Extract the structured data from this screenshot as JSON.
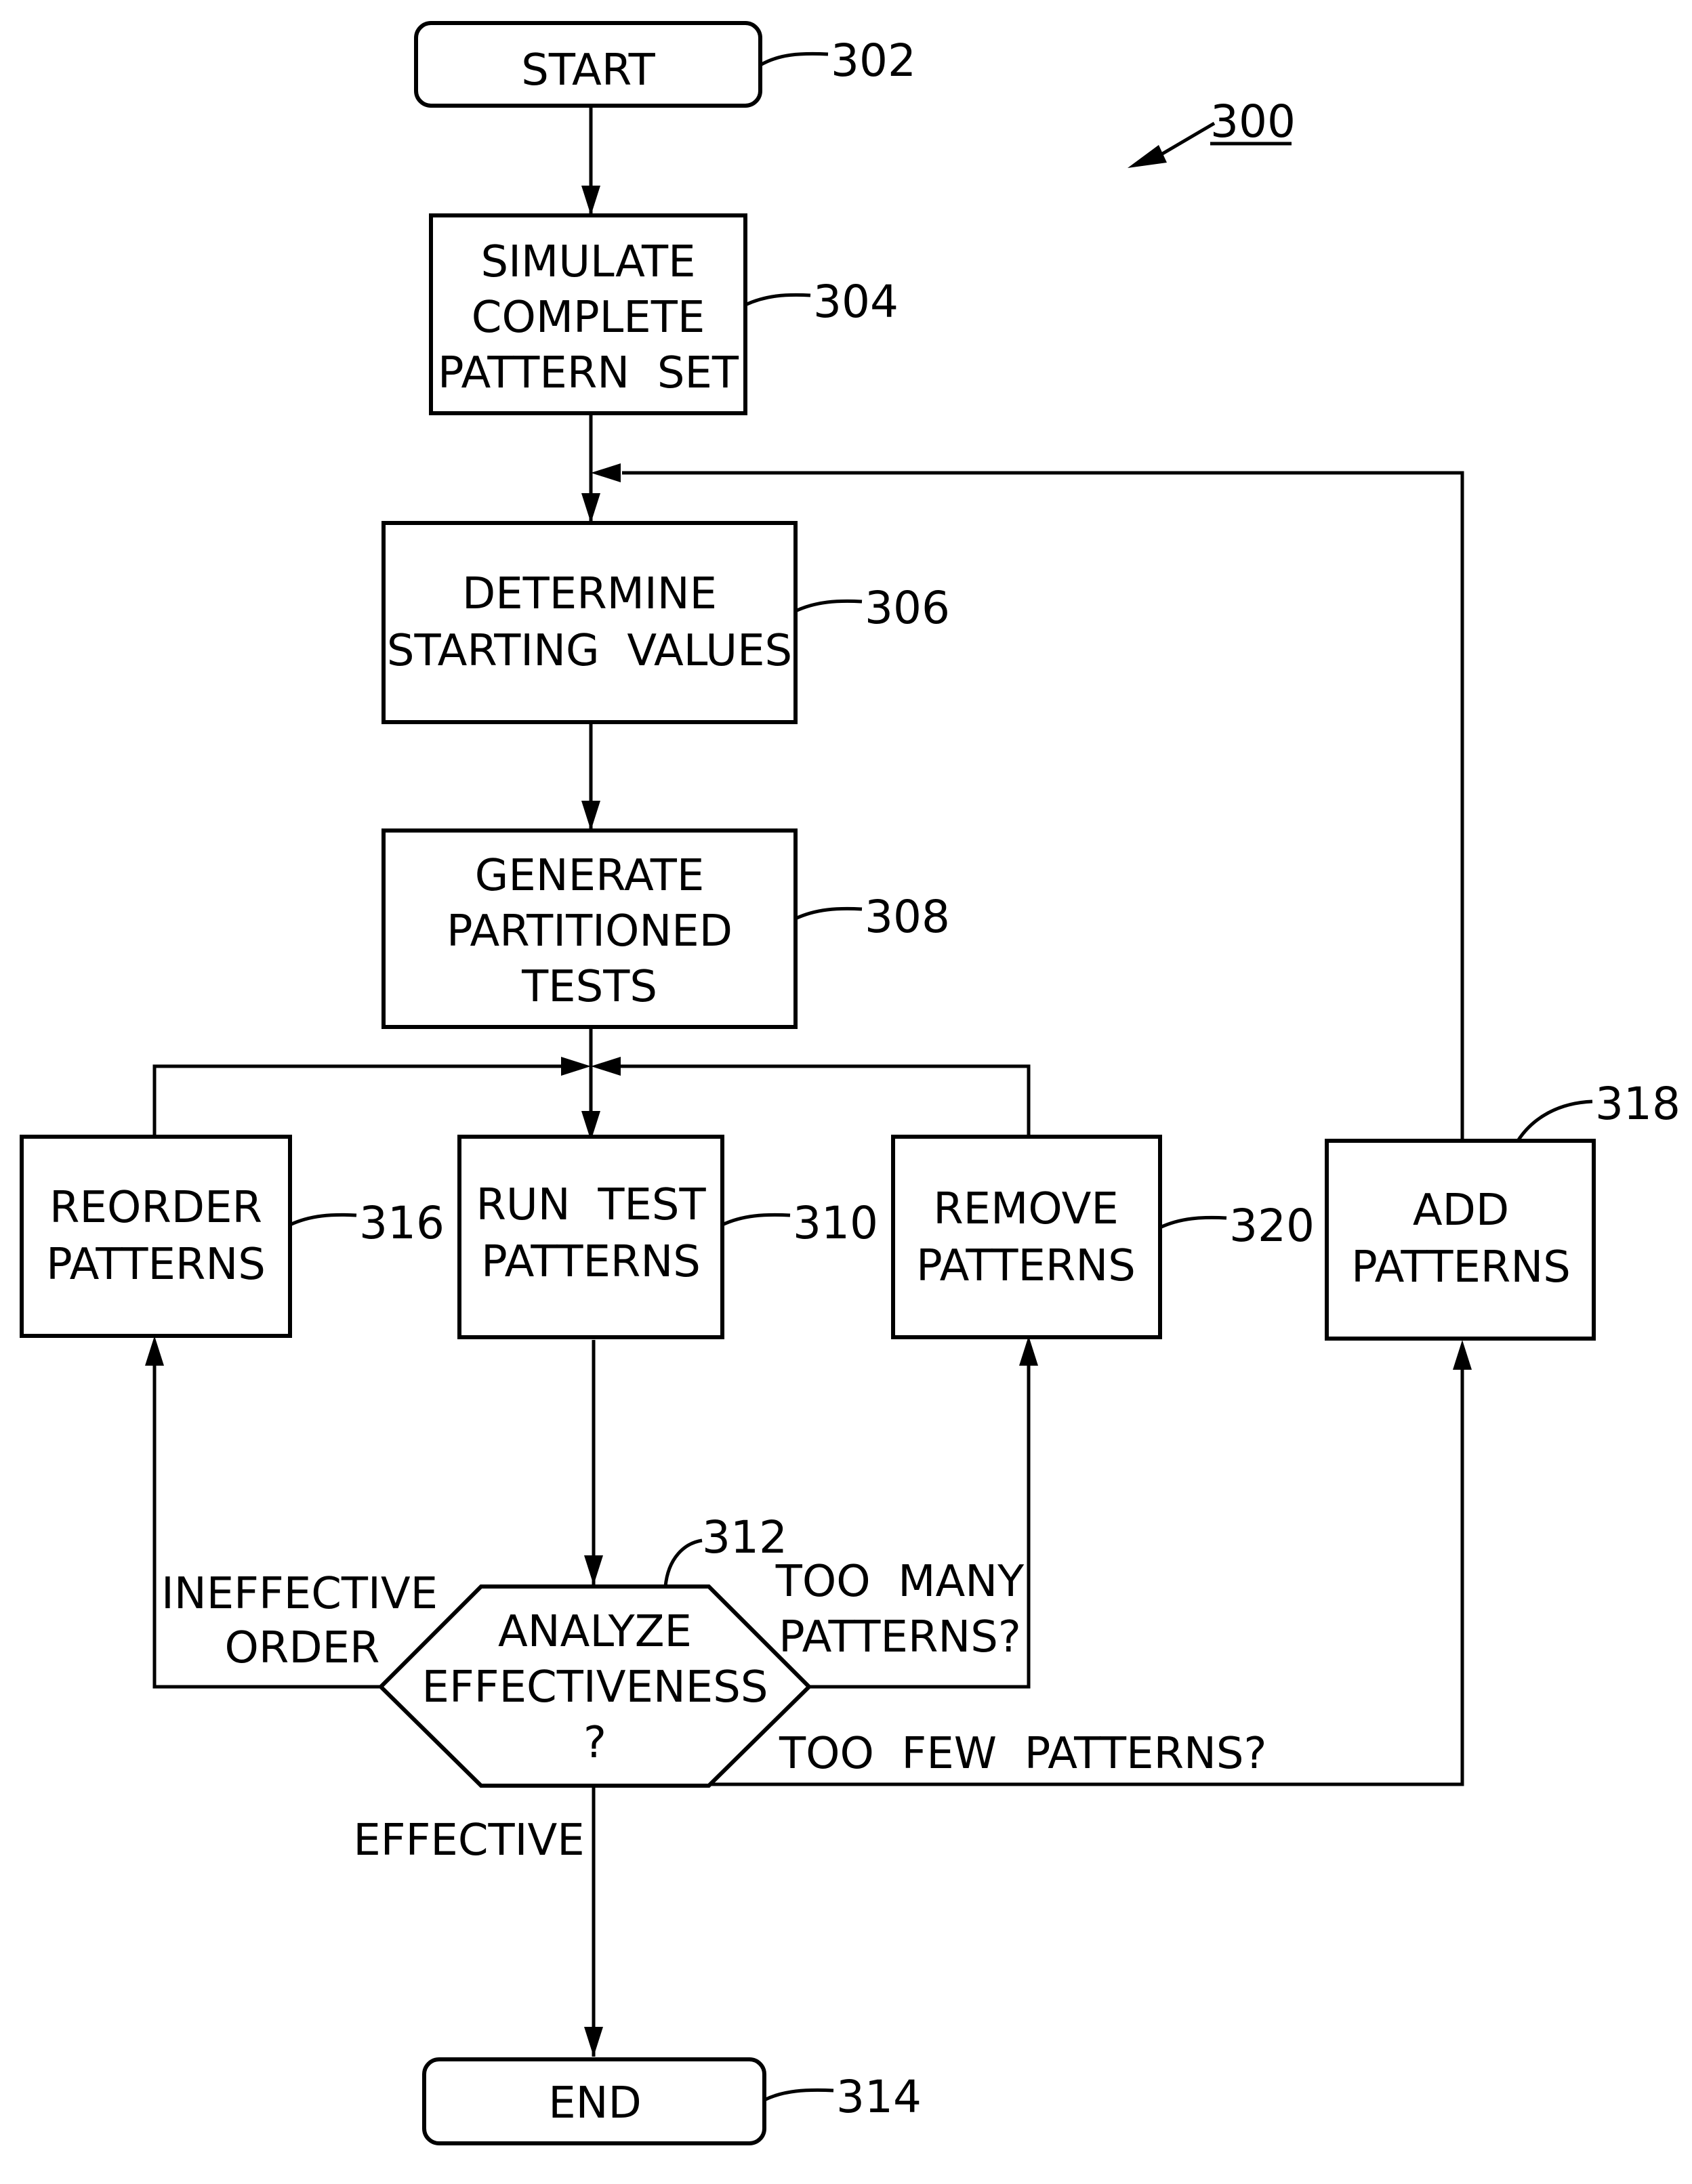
{
  "figure_ref": "300",
  "nodes": {
    "start": {
      "label": [
        "START"
      ],
      "ref": "302"
    },
    "simulate": {
      "label": [
        "SIMULATE",
        "COMPLETE",
        "PATTERN  SET"
      ],
      "ref": "304"
    },
    "determine": {
      "label": [
        "DETERMINE",
        "STARTING  VALUES"
      ],
      "ref": "306"
    },
    "generate": {
      "label": [
        "GENERATE",
        "PARTITIONED",
        "TESTS"
      ],
      "ref": "308"
    },
    "run": {
      "label": [
        "RUN  TEST",
        "PATTERNS"
      ],
      "ref": "310"
    },
    "analyze": {
      "label": [
        "ANALYZE",
        "EFFECTIVENESS",
        "?"
      ],
      "ref": "312"
    },
    "end": {
      "label": [
        "END"
      ],
      "ref": "314"
    },
    "reorder": {
      "label": [
        "REORDER",
        "PATTERNS"
      ],
      "ref": "316"
    },
    "add": {
      "label": [
        "ADD",
        "PATTERNS"
      ],
      "ref": "318"
    },
    "remove": {
      "label": [
        "REMOVE",
        "PATTERNS"
      ],
      "ref": "320"
    }
  },
  "edge_labels": {
    "ineffective": [
      "INEFFECTIVE",
      "ORDER"
    ],
    "too_many": [
      "TOO  MANY",
      "PATTERNS?"
    ],
    "too_few": [
      "TOO  FEW  PATTERNS?"
    ],
    "effective": [
      "EFFECTIVE"
    ]
  }
}
